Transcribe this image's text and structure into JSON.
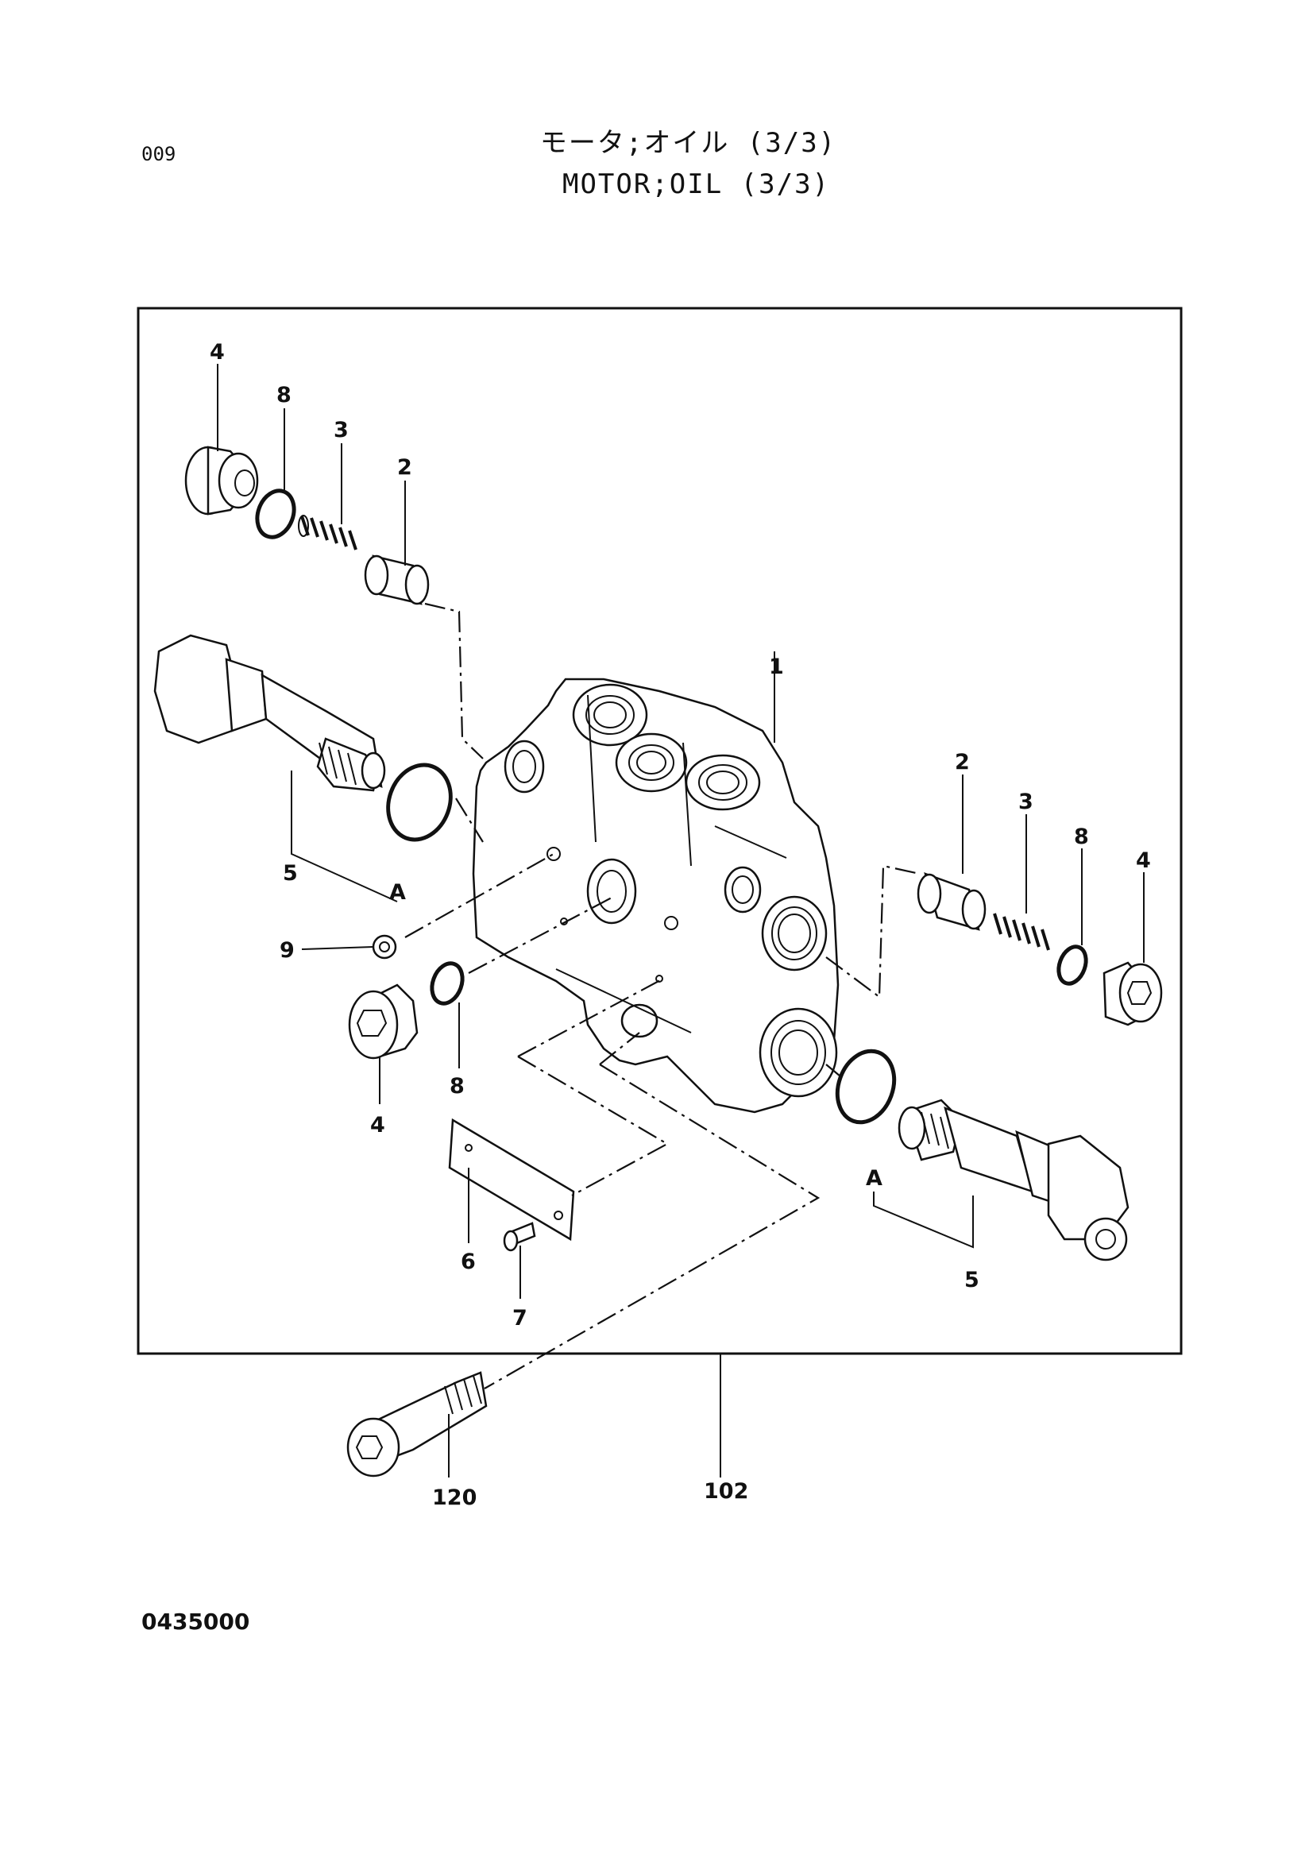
{
  "header": {
    "page_number": "009",
    "title_jp": "モータ;オイル (3/3)",
    "title_en": "MOTOR;OIL (3/3)"
  },
  "footer": {
    "doc_code": "0435000"
  },
  "diagram": {
    "callouts": {
      "tl_4": "4",
      "tl_8": "8",
      "tl_3": "3",
      "tl_2": "2",
      "top_1": "1",
      "left_5": "5",
      "left_A": "A",
      "left_9": "9",
      "left_4": "4",
      "left_8": "8",
      "right_2": "2",
      "right_3": "3",
      "right_8": "8",
      "right_4": "4",
      "right_A": "A",
      "right_5": "5",
      "plate_6": "6",
      "screw_7": "7",
      "bolt_120": "120",
      "assy_102": "102"
    }
  }
}
